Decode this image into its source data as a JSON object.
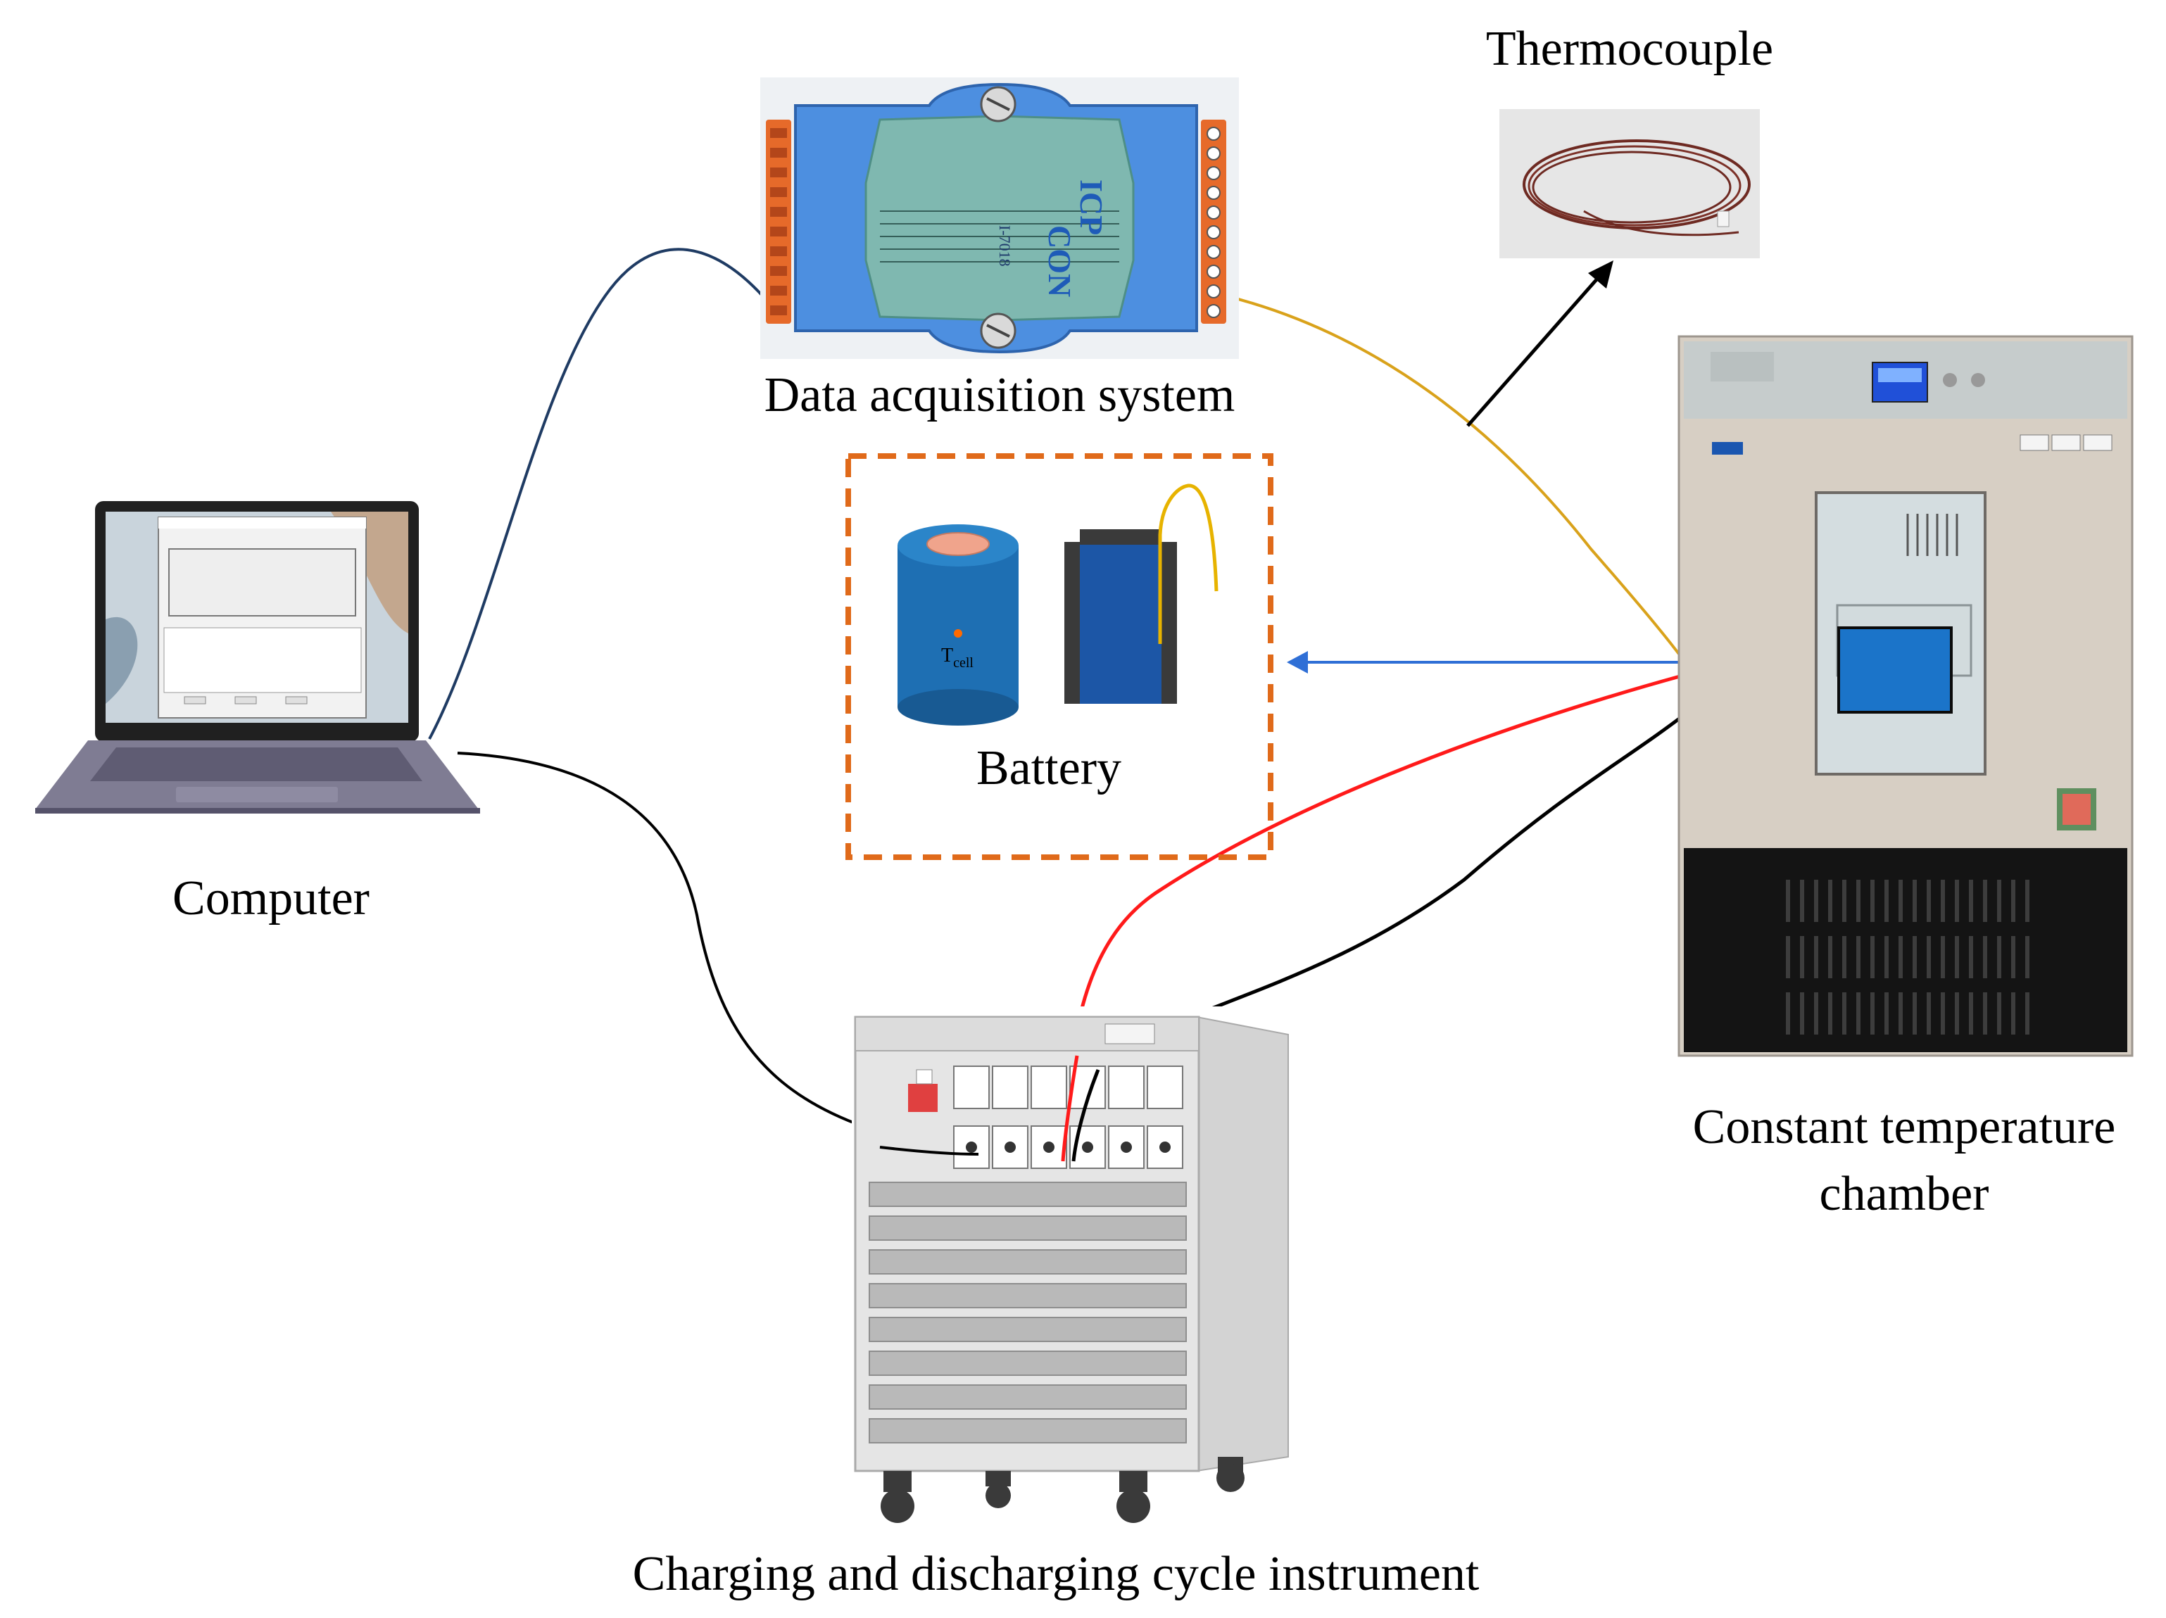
{
  "labels": {
    "thermocouple": "Thermocouple",
    "data_acquisition": "Data acquisition system",
    "battery": "Battery",
    "computer": "Computer",
    "chamber_line1": "Constant temperature",
    "chamber_line2": "chamber",
    "cycler": "Charging and discharging cycle instrument"
  },
  "battery_symbol": {
    "base": "T",
    "subscript": "cell"
  },
  "module_text": {
    "brand_top": "ICP",
    "brand_bottom": "CON",
    "model": "I-7018"
  },
  "colors": {
    "cable_blue": "#1f3b63",
    "cable_orange": "#d9a21b",
    "cable_red": "#ff1a1a",
    "cable_black": "#000000",
    "arrow_blue": "#2f6fd6",
    "dashed_box": "#e06a1a",
    "battery_blue": "#1e6fb3",
    "chamber_window": "#1b74c9"
  }
}
